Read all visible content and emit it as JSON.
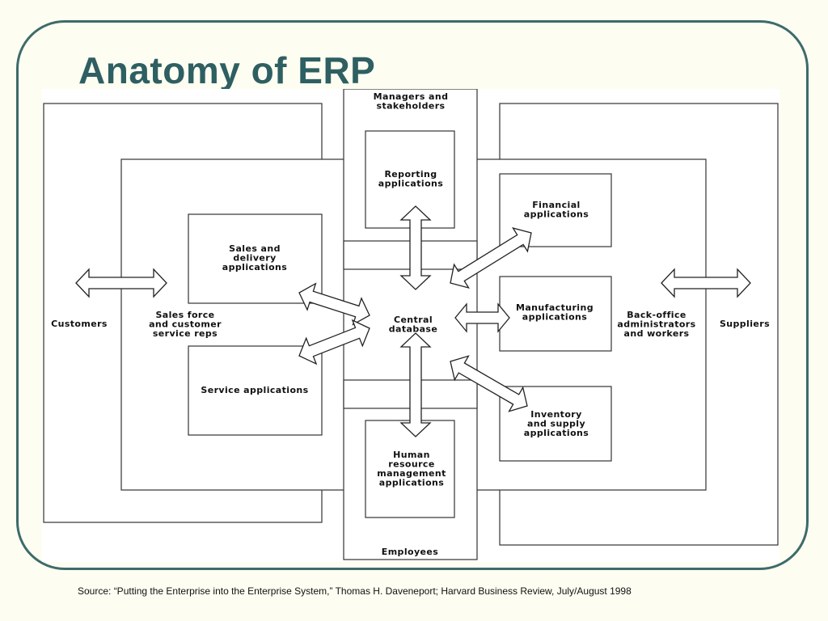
{
  "title": "Anatomy of ERP",
  "source": "Source:  “Putting the Enterprise into the Enterprise System,” Thomas H. Daveneport; Harvard Business Review, July/August 1998",
  "diagram": {
    "managers": [
      "Managers and",
      "stakeholders"
    ],
    "reporting": [
      "Reporting",
      "applications"
    ],
    "sales": [
      "Sales and",
      "delivery",
      "applications"
    ],
    "service": [
      "Service applications"
    ],
    "central": [
      "Central",
      "database"
    ],
    "financial": [
      "Financial",
      "applications"
    ],
    "manufacturing": [
      "Manufacturing",
      "applications"
    ],
    "inventory": [
      "Inventory",
      "and supply",
      "applications"
    ],
    "hr": [
      "Human",
      "resource",
      "management",
      "applications"
    ],
    "employees": [
      "Employees"
    ],
    "customers": [
      "Customers"
    ],
    "sales_force": [
      "Sales force",
      "and customer",
      "service reps"
    ],
    "backoffice": [
      "Back-office",
      "administrators",
      "and workers"
    ],
    "suppliers": [
      "Suppliers"
    ]
  }
}
